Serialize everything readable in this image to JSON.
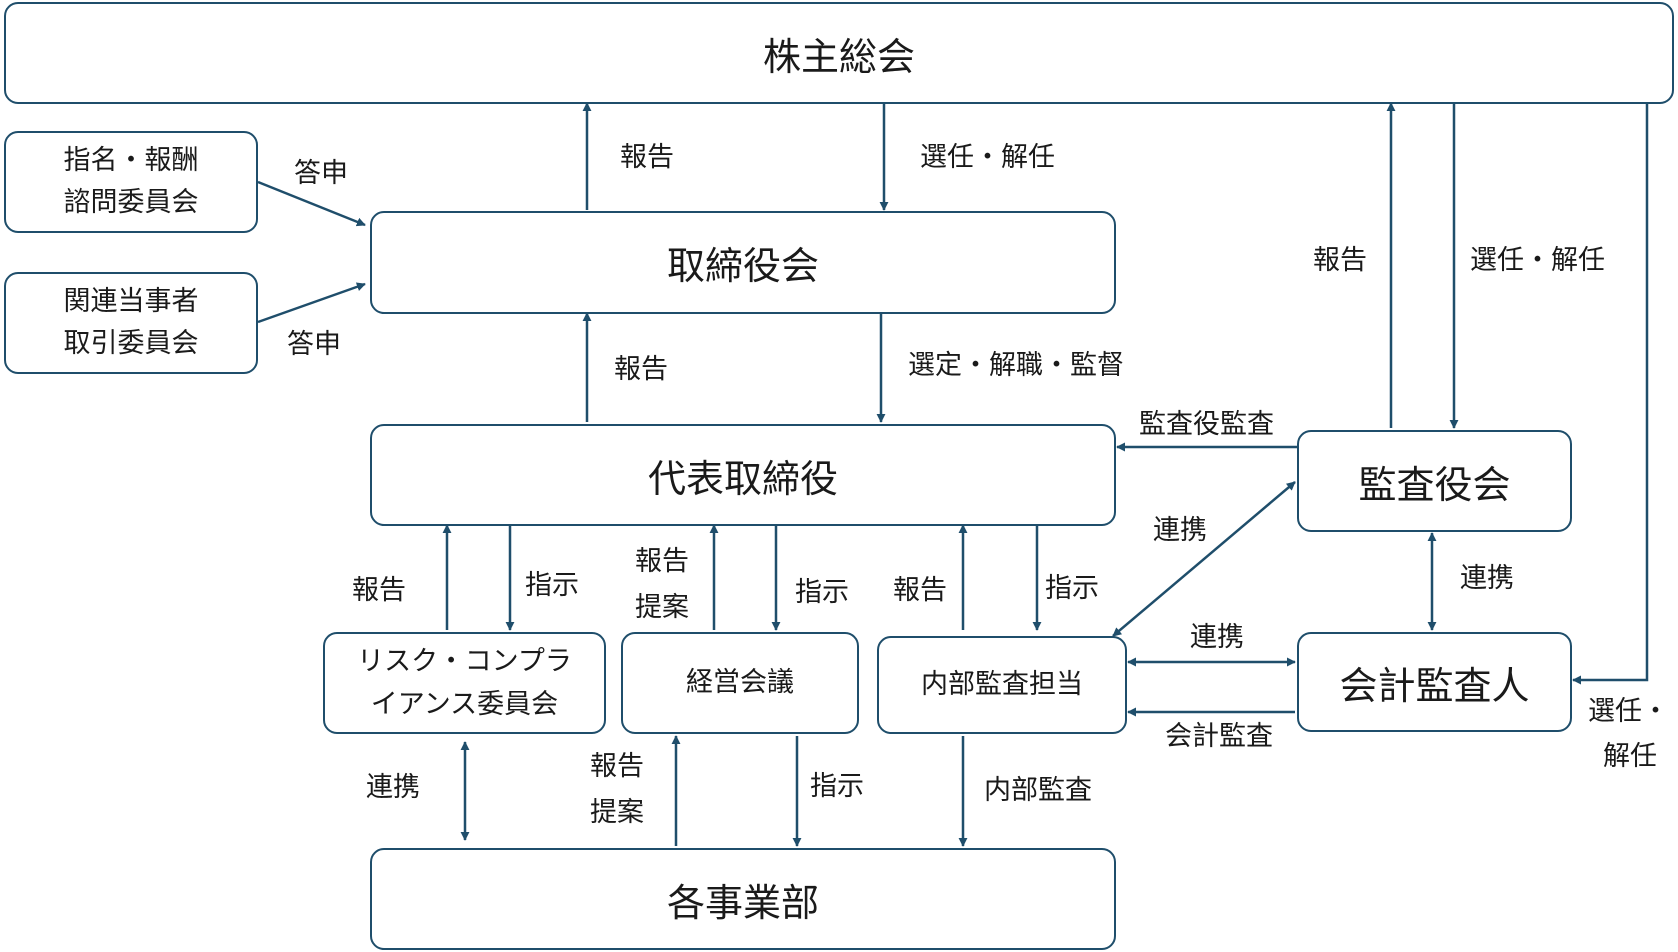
{
  "nodes": {
    "shareholders_meeting": "株主総会",
    "nomination_committee": [
      "指名・報酬",
      "諮問委員会"
    ],
    "related_party_committee": [
      "関連当事者",
      "取引委員会"
    ],
    "board": "取締役会",
    "representative_director": "代表取締役",
    "audit_board": "監査役会",
    "accounting_auditor": "会計監査人",
    "risk_compliance_committee": [
      "リスク・コンプラ",
      "イアンス委員会"
    ],
    "management_meeting": "経営会議",
    "internal_audit": "内部監査担当",
    "business_divisions": "各事業部"
  },
  "edge_labels": {
    "nomination_reply": "答申",
    "related_reply": "答申",
    "board_report_to_meeting": "報告",
    "meeting_elects_board": "選任・解任",
    "audit_report_to_meeting": "報告",
    "meeting_elects_audit": "選任・解任",
    "rep_report_to_board": "報告",
    "board_selects_rep": "選定・解職・監督",
    "audit_audits_rep": "監査役監査",
    "audit_internal_coop": "連携",
    "audit_accounting_coop": "連携",
    "internal_accounting_coop": "連携",
    "accounting_audit": "会計監査",
    "meeting_elects_accounting": [
      "選任・",
      "解任"
    ],
    "risk_report": "報告",
    "risk_instruct": "指示",
    "mgmt_report": [
      "報告",
      "提案"
    ],
    "mgmt_instruct": "指示",
    "internal_report": "報告",
    "internal_instruct": "指示",
    "risk_divisions_coop": "連携",
    "divisions_report_mgmt": [
      "報告",
      "提案"
    ],
    "mgmt_instruct_divisions": "指示",
    "internal_audit_divisions": "内部監査"
  },
  "colors": {
    "stroke": "#1f4e6b",
    "text": "#1a1a1a"
  }
}
